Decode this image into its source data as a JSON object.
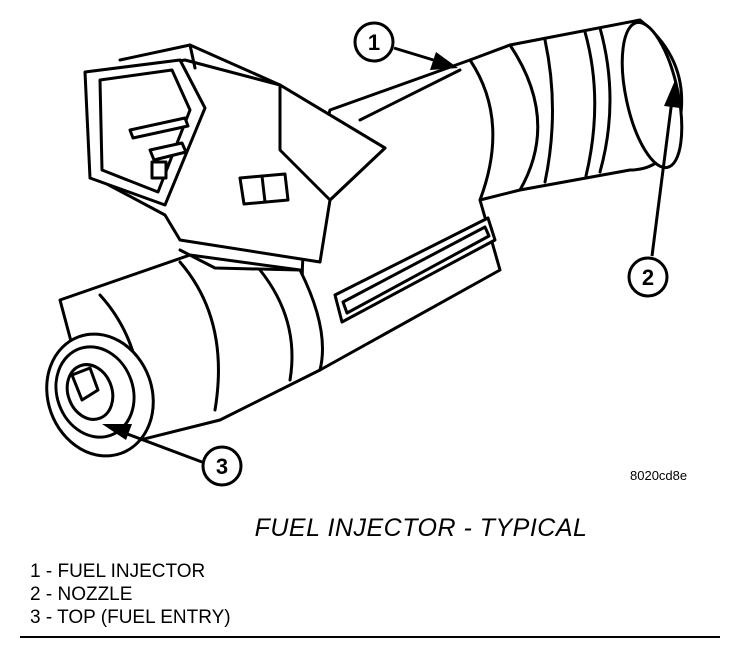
{
  "figure_id": "8020cd8e",
  "caption": "FUEL INJECTOR - TYPICAL",
  "callouts": [
    {
      "number": "1"
    },
    {
      "number": "2"
    },
    {
      "number": "3"
    }
  ],
  "legend": [
    {
      "number": "1",
      "label": "FUEL INJECTOR"
    },
    {
      "number": "2",
      "label": "NOZZLE"
    },
    {
      "number": "3",
      "label": "TOP (FUEL ENTRY)"
    }
  ]
}
